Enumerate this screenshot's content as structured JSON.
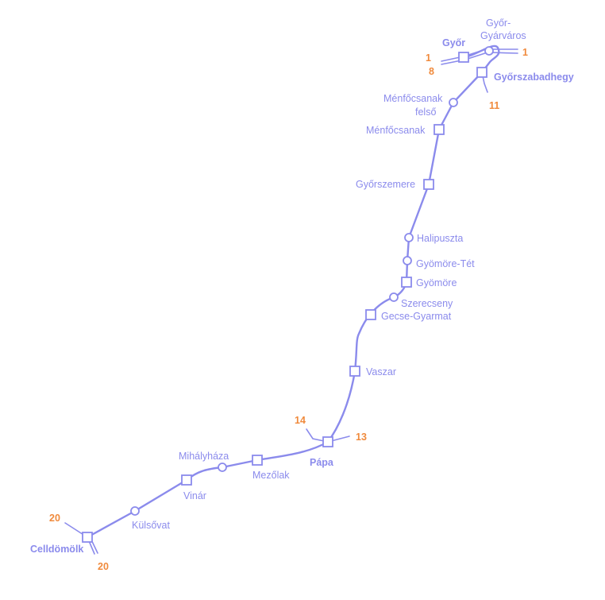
{
  "colors": {
    "line": "#8b8bec",
    "label": "#8b8bec",
    "line_number": "#f08a3c",
    "background": "#ffffff"
  },
  "stations": {
    "gyor": "Győr",
    "gyor_gyarvaros_1": "Győr-",
    "gyor_gyarvaros_2": "Gyárváros",
    "gyorszabadhegy": "Győrszabadhegy",
    "menfocsanak_felso_1": "Ménfőcsanak",
    "menfocsanak_felso_2": "felső",
    "menfocsanak": "Ménfőcsanak",
    "gyorszemere": "Győrszemere",
    "halipuszta": "Halipuszta",
    "gyomore_tet": "Gyömöre-Tét",
    "gyomore": "Gyömöre",
    "szerecseny": "Szerecseny",
    "gecse_gyarmat": "Gecse-Gyarmat",
    "vaszar": "Vaszar",
    "papa": "Pápa",
    "mezolak": "Mezőlak",
    "mihalyhaza": "Mihályháza",
    "vinar": "Vinár",
    "kulsovat": "Külsővat",
    "celldomolk": "Celldömölk"
  },
  "connecting_lines": {
    "gyor_west_1": "1",
    "gyor_west_8": "8",
    "gyor_east_1": "1",
    "gyorszabadhegy_11": "11",
    "papa_14": "14",
    "papa_13": "13",
    "celldomolk_20_nw": "20",
    "celldomolk_20_s": "20"
  }
}
